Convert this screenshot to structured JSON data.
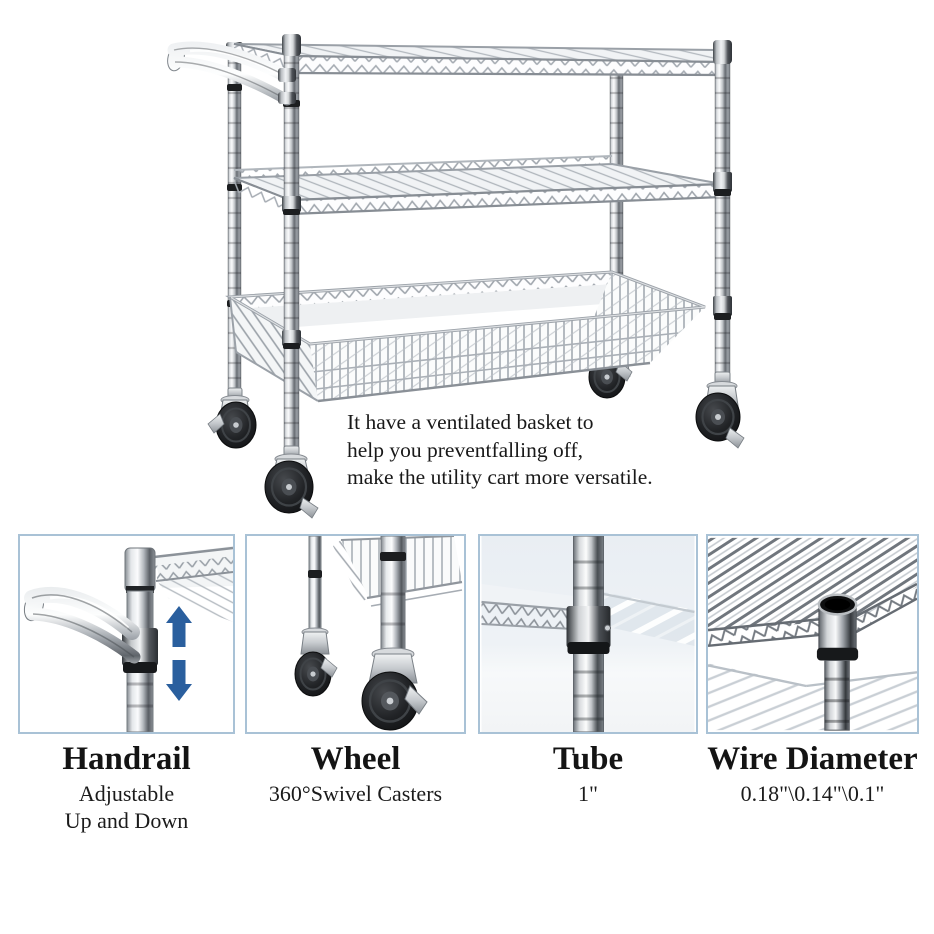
{
  "description": {
    "text": "It have a ventilated basket to\nhelp you preventfalling off,\nmake the utility cart more versatile."
  },
  "features": [
    {
      "title": "Handrail",
      "subtitle": "Adjustable\nUp and Down",
      "photo": "handrail-closeup"
    },
    {
      "title": "Wheel",
      "subtitle": "360°Swivel Casters",
      "photo": "wheel-closeup"
    },
    {
      "title": "Tube",
      "subtitle": "1\"",
      "photo": "tube-closeup"
    },
    {
      "title": "Wire Diameter",
      "subtitle": "0.18\"\\0.14\"\\0.1\"",
      "photo": "wire-diameter-closeup"
    }
  ],
  "colors": {
    "arrow_blue": "#2a5f9e",
    "box_border": "#a9c2d6",
    "text": "#1b1b1b",
    "chrome_light": "#f0f2f4",
    "chrome_dark": "#55595e",
    "wheel_black": "#141517"
  }
}
